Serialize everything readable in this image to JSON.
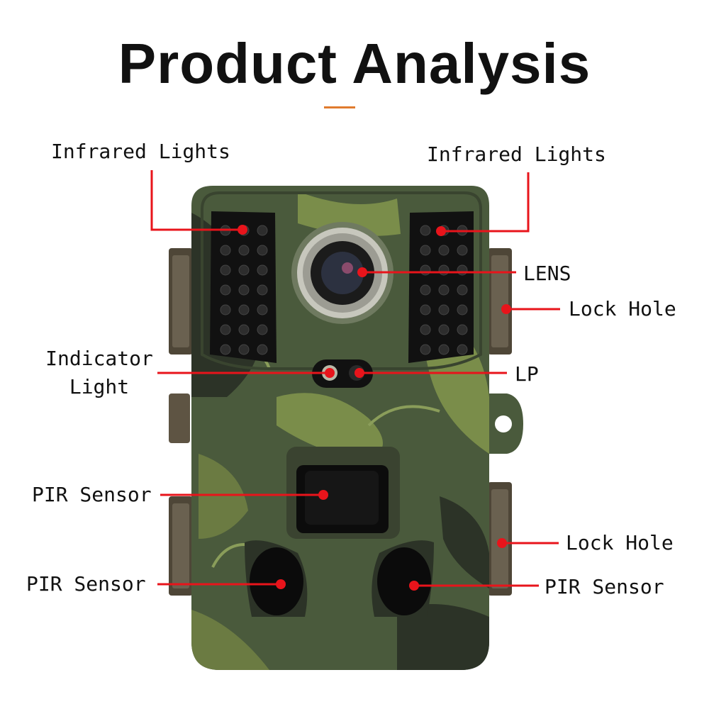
{
  "title": "Product Analysis",
  "colors": {
    "accent": "#e07b2e",
    "callout": "#e8141b",
    "camo_base": "#4a5a3c",
    "camo_light": "#7a8d4a",
    "camo_dark": "#2c3327",
    "strap": "#4e4637"
  },
  "labels": {
    "infrared_left": "Infrared Lights",
    "infrared_right": "Infrared Lights",
    "lens": "LENS",
    "lock_hole_top": "Lock Hole",
    "indicator_line1": "Indicator",
    "indicator_line2": "Light",
    "lp": "LP",
    "pir_center": "PIR Sensor",
    "lock_hole_bottom": "Lock Hole",
    "pir_left": "PIR Sensor",
    "pir_right": "PIR Sensor"
  }
}
